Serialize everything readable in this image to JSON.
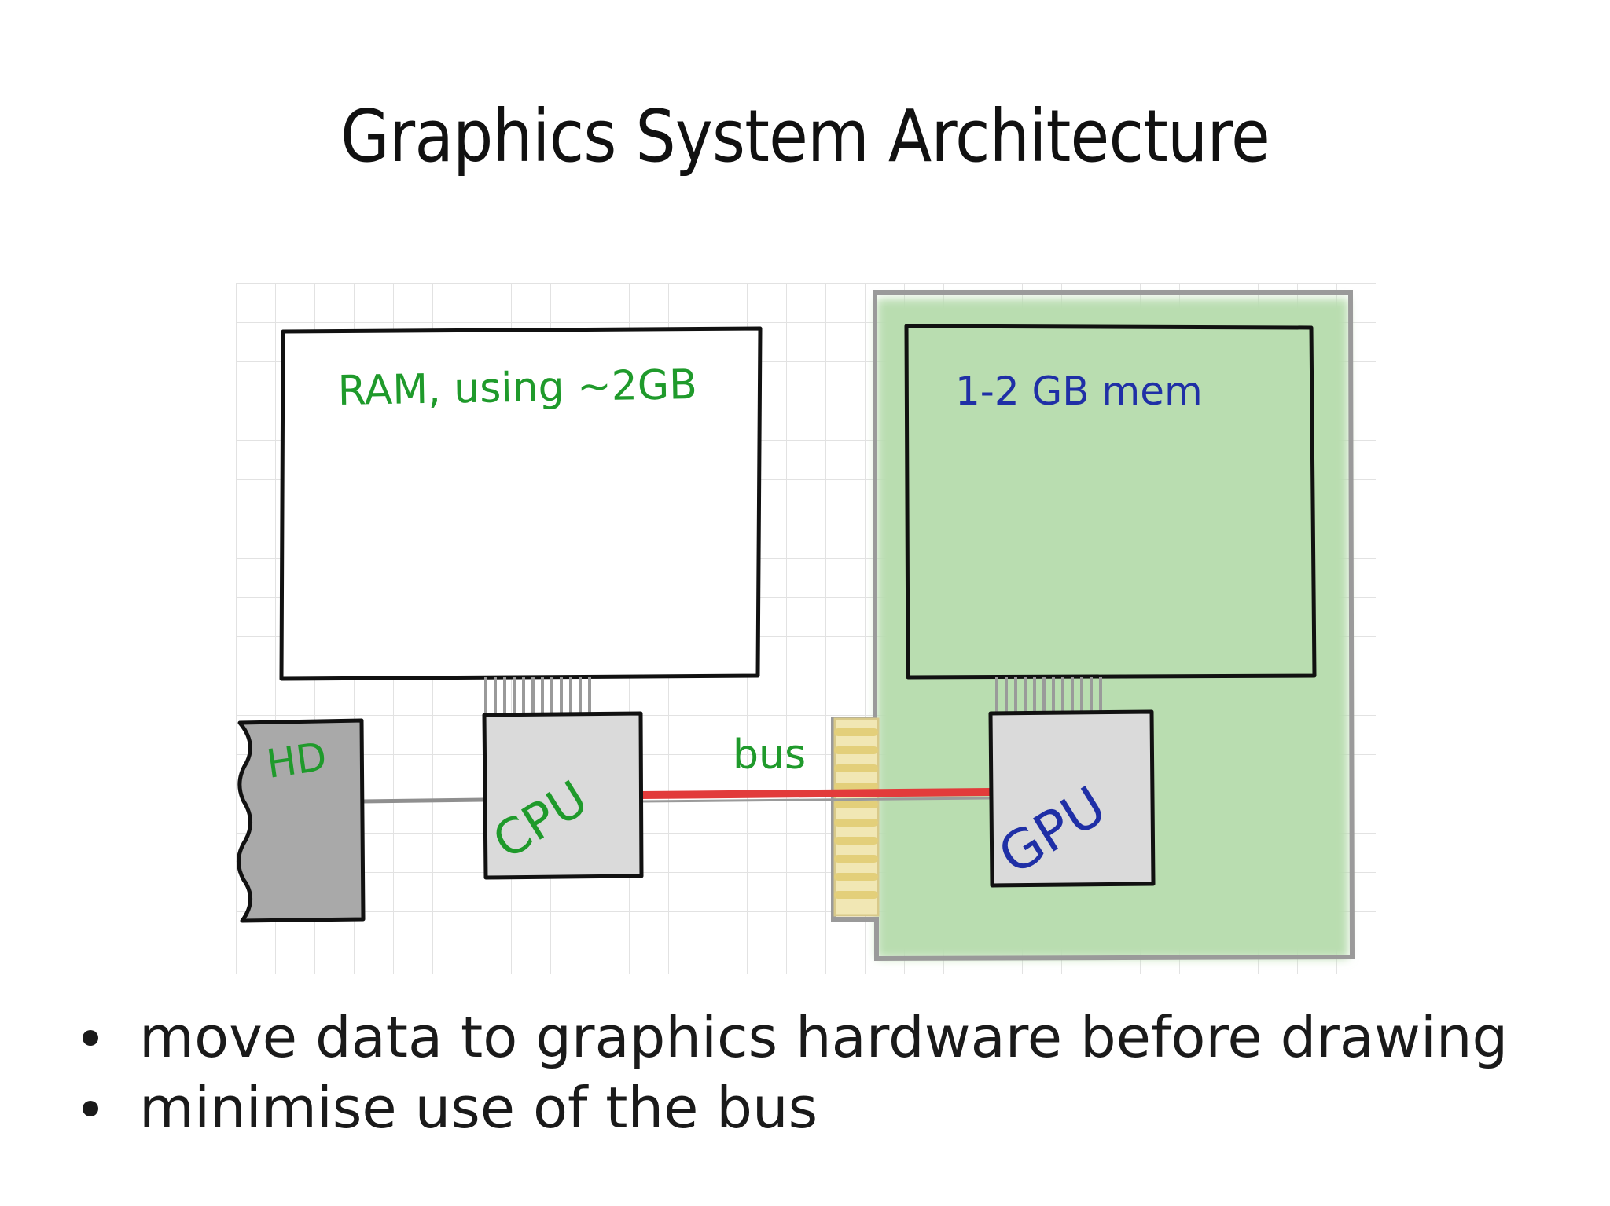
{
  "slide": {
    "title": "Graphics System Architecture"
  },
  "diagram": {
    "ram_label": "RAM, using ~2GB",
    "gpu_mem_label": "1-2 GB mem",
    "hd_label": "HD",
    "cpu_label": "CPU",
    "gpu_label": "GPU",
    "bus_label": "bus",
    "colors": {
      "green_ink": "#1f9a2b",
      "blue_ink": "#1f2fa6",
      "card_fill": "#b9ddb0",
      "bus_red": "#e23b3b",
      "connector_yellow": "#ead98c",
      "chip_fill": "#dadada",
      "hd_fill": "#a9a9a9",
      "grid_line": "#e2e2e2"
    }
  },
  "bullets": [
    "move data to graphics hardware before drawing",
    "minimise use of the bus"
  ]
}
